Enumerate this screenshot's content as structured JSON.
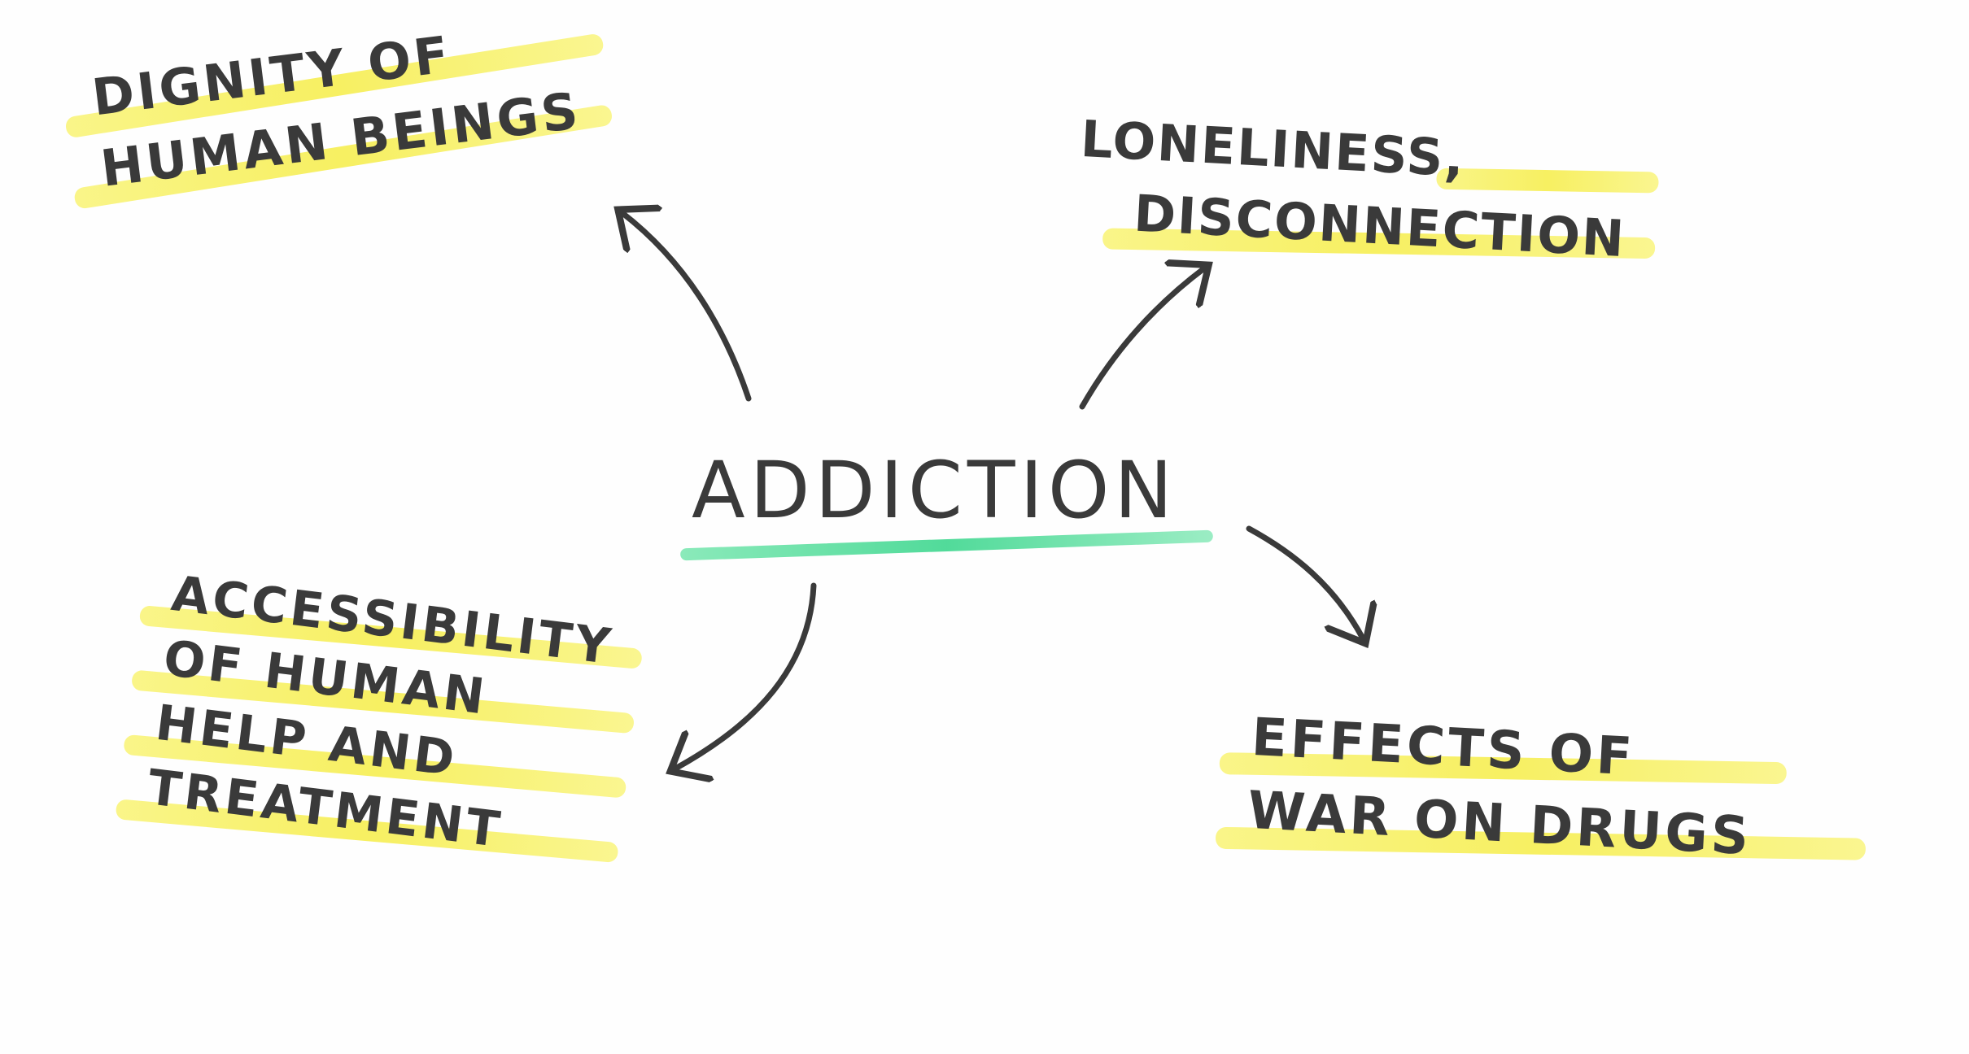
{
  "center": {
    "label": "ADDICTION",
    "underline_color": "#2fd08a"
  },
  "nodes": {
    "top_left": [
      "DIGNITY OF",
      "HUMAN BEINGS"
    ],
    "top_right": [
      "LONELINESS,",
      "DISCONNECTION"
    ],
    "bottom_left": [
      "ACCESSIBILITY",
      "OF HUMAN",
      "HELP AND",
      "TREATMENT"
    ],
    "bottom_right": [
      "EFFECTS OF",
      "WAR ON DRUGS"
    ]
  },
  "colors": {
    "ink": "#3a3a3a",
    "highlight": "#f5ec3c",
    "accent": "#2fd08a"
  }
}
